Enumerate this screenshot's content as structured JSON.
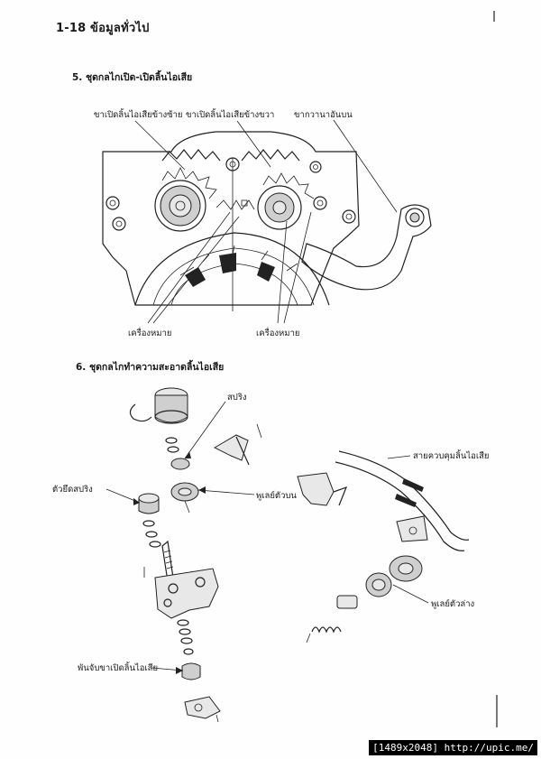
{
  "header": {
    "page_title": "1-18 ข้อมูลทั่วไป"
  },
  "section5": {
    "title": "5. ชุดกลไกเปิด-เปิดลิ้นไอเสีย",
    "labels": {
      "left_valve_arm": "ขาเปิดลิ้นไอเสียข้างซ้าย",
      "right_valve_arm": "ขาเปิดลิ้นไอเสียข้างขวา",
      "upper_lever": "ขากวานาอันบน",
      "mark_left": "เครื่องหมาย",
      "mark_right": "เครื่องหมาย"
    }
  },
  "section6": {
    "title": "6. ชุดกลไกทำความสะอาดลิ้นไอเสีย",
    "labels": {
      "spring": "สปริง",
      "spring_retainer": "ตัวยึดสปริง",
      "upper_pulley": "พูเลย์ตัวบน",
      "control_cable": "สายควบคุมลิ้นไอเสีย",
      "lower_pulley": "พูเลย์ตัวล่าง",
      "arm_holder": "พันจับขาเปิดลิ้นไอเสีย"
    }
  },
  "footer": {
    "resolution": "[1489x2048]",
    "site": "http://upic.me/"
  }
}
